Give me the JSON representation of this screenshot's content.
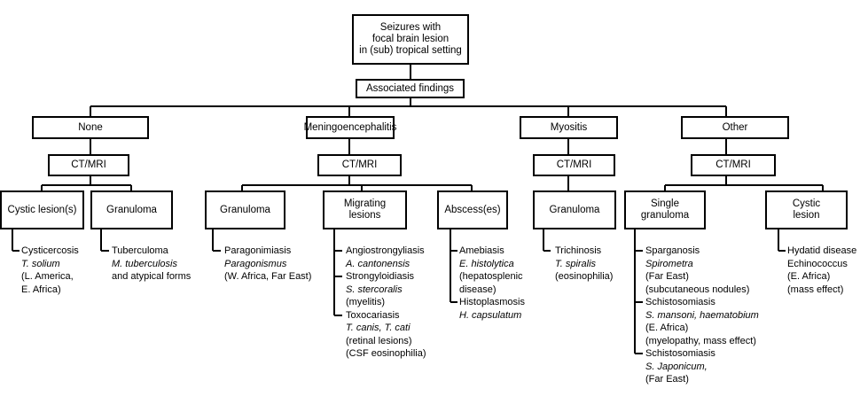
{
  "root": "Seizures with\nfocal brain lesion\nin (sub) tropical setting",
  "associated": "Associated findings",
  "categories": [
    "None",
    "Meningoencephalitis",
    "Myositis",
    "Other"
  ],
  "imaging": "CT/MRI",
  "lesions": {
    "none_cystic": "Cystic lesion(s)",
    "none_granuloma": "Granuloma",
    "men_granuloma": "Granuloma",
    "men_migrating": "Migrating\nlesions",
    "men_abscess": "Abscess(es)",
    "myo_granuloma": "Granuloma",
    "oth_single": "Single\ngranuloma",
    "oth_cystic": "Cystic\nlesion"
  },
  "lists": {
    "none_cystic": [
      {
        "text": "Cysticercosis",
        "italic": false
      },
      {
        "text": "T. solium",
        "italic": true
      },
      {
        "text": "(L. America,",
        "italic": false
      },
      {
        "text": "E. Africa)",
        "italic": false
      }
    ],
    "none_granuloma": [
      {
        "text": "Tuberculoma",
        "italic": false
      },
      {
        "text": "M. tuberculosis",
        "italic": true
      },
      {
        "text": "and atypical forms",
        "italic": false
      }
    ],
    "men_granuloma": [
      {
        "text": "Paragonimiasis",
        "italic": false
      },
      {
        "text": "Paragonismus",
        "italic": true
      },
      {
        "text": "(W. Africa, Far East)",
        "italic": false
      }
    ],
    "men_migrating": [
      {
        "text": "Angiostrongyliasis",
        "italic": false
      },
      {
        "text": "A. cantonensis",
        "italic": true
      },
      {
        "text": "Strongyloidiasis",
        "italic": false
      },
      {
        "text": "S. stercoralis",
        "italic": true
      },
      {
        "text": "(myelitis)",
        "italic": false
      },
      {
        "text": "Toxocariasis",
        "italic": false
      },
      {
        "text": "T. canis, T. cati",
        "italic": true
      },
      {
        "text": "(retinal lesions)",
        "italic": false
      },
      {
        "text": "(CSF eosinophilia)",
        "italic": false
      }
    ],
    "men_abscess": [
      {
        "text": "Amebiasis",
        "italic": false
      },
      {
        "text": "E. histolytica",
        "italic": true
      },
      {
        "text": "(hepatosplenic",
        "italic": false
      },
      {
        "text": "disease)",
        "italic": false
      },
      {
        "text": "Histoplasmosis",
        "italic": false
      },
      {
        "text": "H. capsulatum",
        "italic": true
      }
    ],
    "myo_granuloma": [
      {
        "text": "Trichinosis",
        "italic": false
      },
      {
        "text": "T. spiralis",
        "italic": true
      },
      {
        "text": "(eosinophilia)",
        "italic": false
      }
    ],
    "oth_single": [
      {
        "text": "Sparganosis",
        "italic": false
      },
      {
        "text": "Spirometra",
        "italic": true
      },
      {
        "text": "(Far East)",
        "italic": false
      },
      {
        "text": "(subcutaneous nodules)",
        "italic": false
      },
      {
        "text": "Schistosomiasis",
        "italic": false
      },
      {
        "text": "S. mansoni, haematobium",
        "italic": true
      },
      {
        "text": "(E. Africa)",
        "italic": false
      },
      {
        "text": "(myelopathy, mass effect)",
        "italic": false
      },
      {
        "text": "Schistosomiasis",
        "italic": false
      },
      {
        "text": "S. Japonicum,",
        "italic": true
      },
      {
        "text": "(Far East)",
        "italic": false
      }
    ],
    "oth_cystic": [
      {
        "text": "Hydatid disease",
        "italic": false
      },
      {
        "text": "Echinococcus",
        "italic": false
      },
      {
        "text": "(E. Africa)",
        "italic": false
      },
      {
        "text": "(mass effect)",
        "italic": false
      }
    ]
  }
}
